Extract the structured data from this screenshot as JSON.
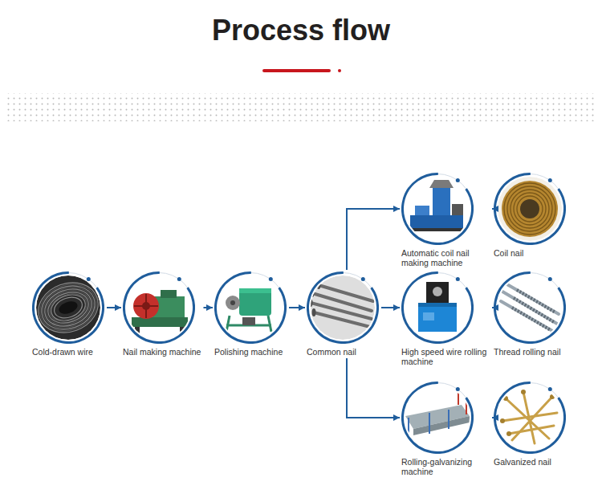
{
  "diagram": {
    "title": "Process flow",
    "nodes": [
      {
        "text": [
          "Cold-drawn wire"
        ]
      },
      {
        "text": [
          "Nail making machine"
        ]
      },
      {
        "text": [
          "Polishing machine"
        ]
      },
      {
        "text": [
          "Common nail"
        ]
      },
      {
        "text": [
          "Automatic coil nail making machine"
        ]
      },
      {
        "text": [
          "Coil nail"
        ]
      },
      {
        "text": [
          "High speed wire rolling machine"
        ]
      },
      {
        "text": [
          "Thread rolling nail"
        ]
      },
      {
        "text": [
          "Rolling-galvanizing machine"
        ]
      },
      {
        "text": [
          "Galvanized nail"
        ]
      }
    ],
    "edges": [
      {
        "from": 0,
        "to": 1,
        "arrow": "to"
      },
      {
        "from": 1,
        "to": 2,
        "arrow": "to"
      },
      {
        "from": 2,
        "to": 3,
        "arrow": "to"
      },
      {
        "from": 3,
        "to": 4,
        "arrow": "to"
      },
      {
        "from": 3,
        "to": 6,
        "arrow": "to"
      },
      {
        "from": 3,
        "to": 8,
        "arrow": "to"
      },
      {
        "from": 4,
        "to": 5,
        "arrow": "to"
      },
      {
        "from": 6,
        "to": 7,
        "arrow": "to"
      },
      {
        "from": 8,
        "to": 9,
        "arrow": "to"
      }
    ]
  }
}
